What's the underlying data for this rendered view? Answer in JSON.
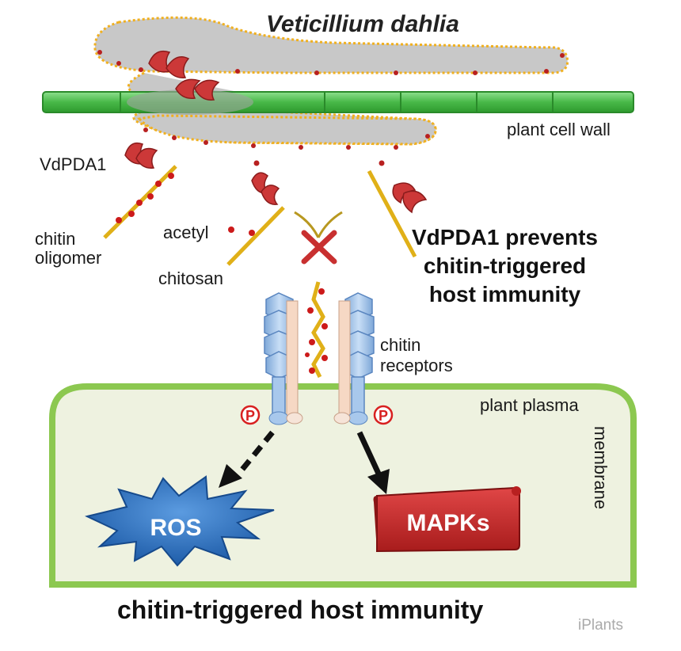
{
  "title": "Veticillium dahlia",
  "labels": {
    "cell_wall": "plant cell wall",
    "vdpda1": "VdPDA1",
    "chitin_line1": "chitin",
    "chitin_line2": "oligomer",
    "acetyl": "acetyl",
    "chitosan": "chitosan",
    "receptors_line1": "chitin",
    "receptors_line2": "receptors",
    "plasma_line1": "plant plasma",
    "plasma_line2": "membrane",
    "phospho": "P",
    "ros": "ROS",
    "mapks": "MAPKs"
  },
  "message": {
    "line1": "VdPDA1 prevents",
    "line2": "chitin-triggered",
    "line3": "host immunity"
  },
  "footer": "chitin-triggered host immunity",
  "watermark": "iPlants",
  "colors": {
    "fungus_fill": "#c8c8c8",
    "fungus_border": "#f0b020",
    "cell_wall": "#5cc85c",
    "enzyme": "#cc3838",
    "chain": "#e0b018",
    "acetyl": "#cc1a1a",
    "receptor": "#a8c8ec",
    "cell_fill": "#eef2e0",
    "cell_border": "#8cc850",
    "ros": "#2a6fbe",
    "mapks": "#c62828"
  }
}
